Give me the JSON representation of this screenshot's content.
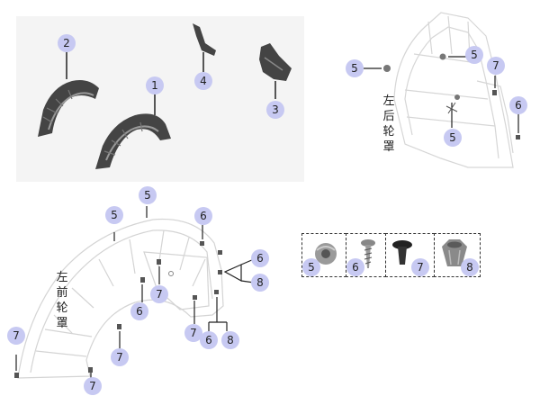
{
  "diagram": {
    "top_left_callouts": [
      "1",
      "2",
      "3",
      "4"
    ],
    "top_right_label": "左后轮罩",
    "top_right_callouts": [
      "5",
      "5",
      "5",
      "7",
      "6"
    ],
    "bottom_left_label": "左前轮罩",
    "bottom_left_callouts": [
      "5",
      "5",
      "6",
      "7",
      "6",
      "6",
      "8",
      "7",
      "6",
      "8",
      "7",
      "7",
      "7"
    ],
    "fastener_kit": [
      {
        "callout": "5",
        "part": "clip-nut"
      },
      {
        "callout": "6",
        "part": "screw"
      },
      {
        "callout": "7",
        "part": "push-rivet"
      },
      {
        "callout": "8",
        "part": "expansion-nut"
      }
    ],
    "colors": {
      "callout_fill": "#c7c9f2",
      "line": "#222222",
      "part_dark": "#3a3a3a",
      "ghost": "#d8d8d8"
    }
  }
}
